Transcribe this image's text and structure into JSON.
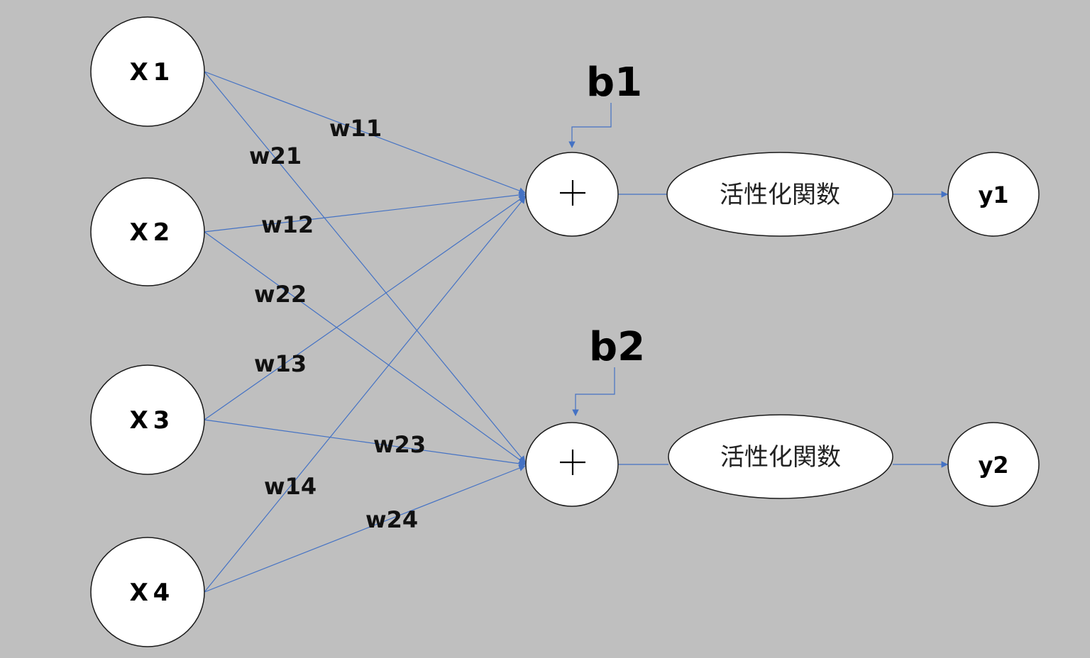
{
  "inputs": [
    {
      "label": "X 1"
    },
    {
      "label": "X 2"
    },
    {
      "label": "X 3"
    },
    {
      "label": "X 4"
    }
  ],
  "weights": {
    "w11": "w11",
    "w12": "w12",
    "w13": "w13",
    "w14": "w14",
    "w21": "w21",
    "w22": "w22",
    "w23": "w23",
    "w24": "w24"
  },
  "biases": {
    "b1": "b1",
    "b2": "b2"
  },
  "summation_symbol": "+",
  "activation": {
    "unit1": "活性化関数",
    "unit2": "活性化関数"
  },
  "outputs": [
    {
      "label": "y1"
    },
    {
      "label": "y2"
    }
  ],
  "colors": {
    "background": "#bfbfbf",
    "edge": "#4472c4",
    "node_fill": "#ffffff",
    "node_stroke": "#1a1a1a"
  }
}
